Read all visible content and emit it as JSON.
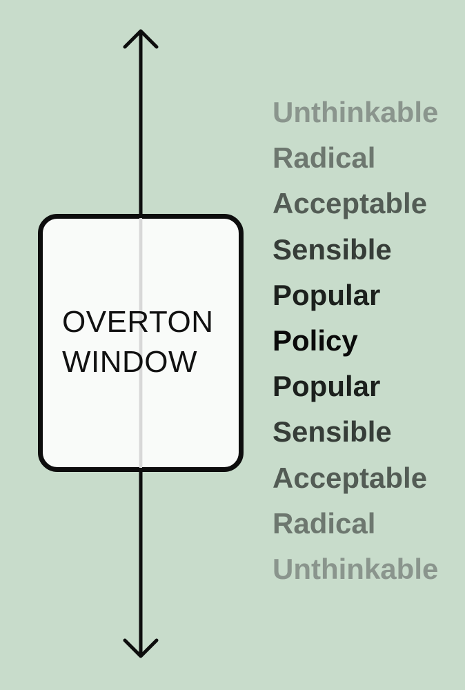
{
  "diagram": {
    "window_label": [
      "OVERTON",
      "WINDOW"
    ],
    "scale": [
      {
        "label": "Unthinkable",
        "color": "#8a958d"
      },
      {
        "label": "Radical",
        "color": "#6d776f"
      },
      {
        "label": "Acceptable",
        "color": "#535c55"
      },
      {
        "label": "Sensible",
        "color": "#363d38"
      },
      {
        "label": "Popular",
        "color": "#1c201d"
      },
      {
        "label": "Policy",
        "color": "#0a0a0a"
      },
      {
        "label": "Popular",
        "color": "#1c201d"
      },
      {
        "label": "Sensible",
        "color": "#363d38"
      },
      {
        "label": "Acceptable",
        "color": "#535c55"
      },
      {
        "label": "Radical",
        "color": "#6d776f"
      },
      {
        "label": "Unthinkable",
        "color": "#8a958d"
      }
    ],
    "colors": {
      "background": "#c8dccb",
      "line": "#0d0d0d"
    }
  }
}
